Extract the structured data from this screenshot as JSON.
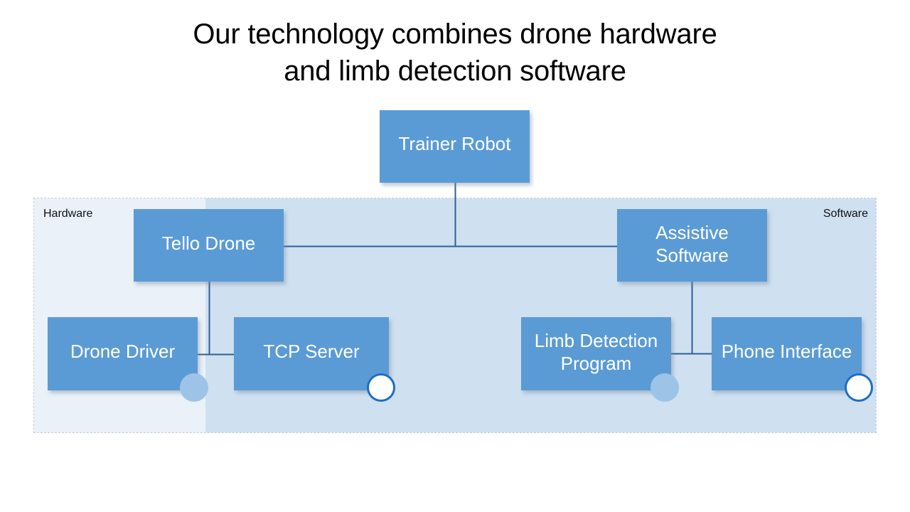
{
  "slide": {
    "title_line1": "Our technology combines drone hardware",
    "title_line2": "and limb detection software"
  },
  "regions": {
    "hardware_label": "Hardware",
    "software_label": "Software",
    "hardware_color": "#eaf1f9",
    "software_color": "#cfe0f1",
    "border_color": "#c3ccd6"
  },
  "theme": {
    "node_fill": "#5b9bd5",
    "node_text": "#ffffff",
    "connector_color": "#2e5f96",
    "badge_filled_color": "#9dc3e6",
    "badge_ring_color": "#1f6fc0",
    "badge_ring_fill": "#ffffff"
  },
  "nodes": [
    {
      "id": "trainer-robot",
      "label": "Trainer Robot",
      "badge": "none"
    },
    {
      "id": "tello-drone",
      "label": "Tello Drone",
      "badge": "none"
    },
    {
      "id": "assistive",
      "label": "Assistive\nSoftware",
      "badge": "none"
    },
    {
      "id": "drone-driver",
      "label": "Drone Driver",
      "badge": "filled"
    },
    {
      "id": "tcp-server",
      "label": "TCP Server",
      "badge": "ring"
    },
    {
      "id": "limb",
      "label": "Limb Detection\nProgram",
      "badge": "filled"
    },
    {
      "id": "phone",
      "label": "Phone Interface",
      "badge": "ring"
    }
  ],
  "connections": [
    {
      "from": "trainer-robot",
      "to": "tello-drone"
    },
    {
      "from": "trainer-robot",
      "to": "assistive"
    },
    {
      "from": "tello-drone",
      "to": "drone-driver"
    },
    {
      "from": "tello-drone",
      "to": "tcp-server"
    },
    {
      "from": "assistive",
      "to": "limb"
    },
    {
      "from": "assistive",
      "to": "phone"
    }
  ]
}
